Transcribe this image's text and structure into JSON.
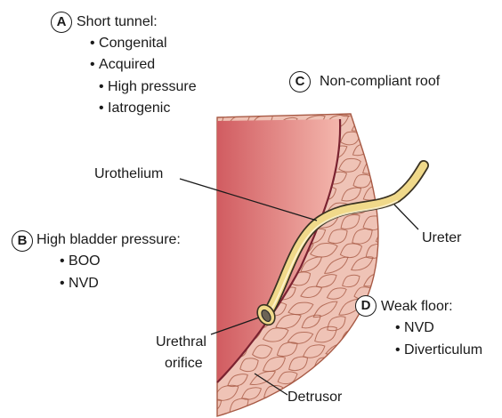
{
  "colors": {
    "wall_fill": "#efc3b6",
    "cell_stroke": "#a85a45",
    "lumen_left": "#d15c61",
    "lumen_right": "#f4b7ad",
    "urothelium_line": "#7a2230",
    "ureter_fill": "#f0d98a",
    "ureter_stroke": "#3a3222",
    "leader_line": "#1a1a1a"
  },
  "labels": {
    "a": {
      "letter": "A",
      "title": "Short tunnel:",
      "items": [
        "Congenital",
        "Acquired"
      ],
      "subitems": [
        "High pressure",
        "Iatrogenic"
      ]
    },
    "b": {
      "letter": "B",
      "title": "High bladder pressure:",
      "items": [
        "BOO",
        "NVD"
      ]
    },
    "c": {
      "letter": "C",
      "title": "Non-compliant roof"
    },
    "d": {
      "letter": "D",
      "title": "Weak floor:",
      "items": [
        "NVD",
        "Diverticulum"
      ]
    },
    "urothelium": "Urothelium",
    "ureter": "Ureter",
    "urethral_orifice": [
      "Urethral",
      "orifice"
    ],
    "detrusor": "Detrusor"
  }
}
